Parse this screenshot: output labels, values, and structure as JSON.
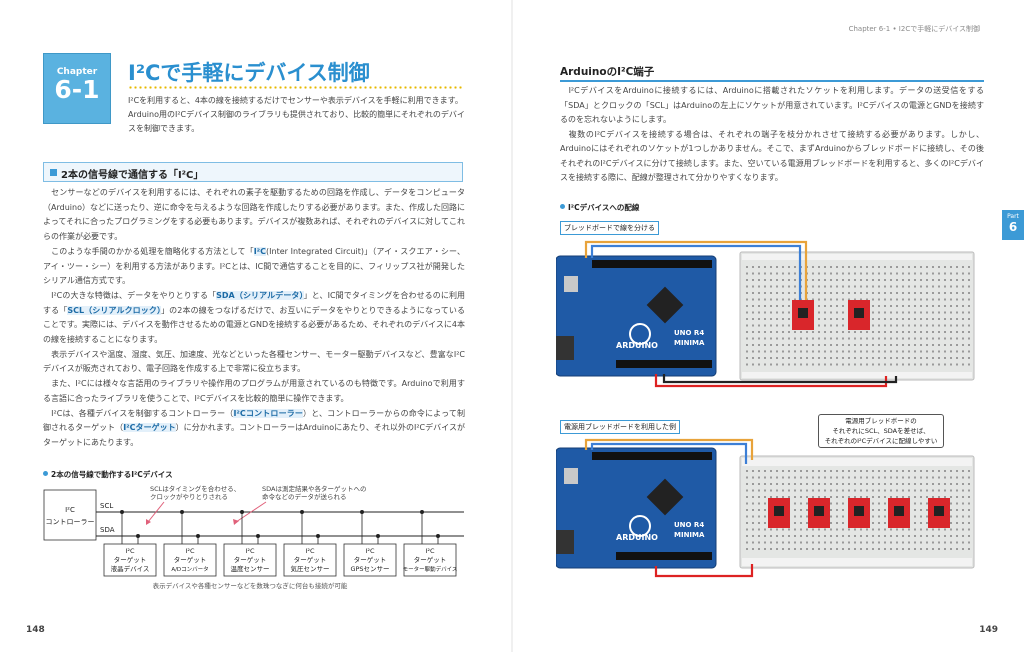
{
  "running_head": "Chapter 6-1 • I2Cで手軽にデバイス制御",
  "page_left_num": "148",
  "page_right_num": "149",
  "chapter": {
    "label": "Chapter",
    "number": "6-1"
  },
  "title": "I²Cで手軽にデバイス制御",
  "intro": "I²Cを利用すると、4本の線を接続するだけでセンサーや表示デバイスを手軽に利用できます。Arduino用のI²Cデバイス制御のライブラリも提供されており、比較的簡単にそれぞれのデバイスを制御できます。",
  "section_heading": "2本の信号線で通信する「I²C」",
  "left_paragraphs": [
    "センサーなどのデバイスを利用するには、それぞれの素子を駆動するための回路を作成し、データをコンピュータ（Arduino）などに送ったり、逆に命令を与えるような回路を作成したりする必要があります。また、作成した回路によってそれに合ったプログラミングをする必要もあります。デバイスが複数あれば、それぞれのデバイスに対してこれらの作業が必要です。",
    "このような手間のかかる処理を簡略化する方法として「",
    "I²Cの大きな特徴は、データをやりとりする「",
    "表示デバイスや温度、湿度、気圧、加速度、光などといった各種センサー、モーター駆動デバイスなど、豊富なI²Cデバイスが販売されており、電子回路を作成する上で非常に役立ちます。",
    "また、I²Cには様々な言語用のライブラリや操作用のプログラムが用意されているのも特徴です。Arduinoで利用する言語に合ったライブラリを使うことで、I²Cデバイスを比較的簡単に操作できます。",
    "I²Cは、各種デバイスを制御するコントローラー（",
    "デバイスがターゲットにあたります。"
  ],
  "p2": {
    "hl": "I²C",
    "rest": "(Inter Integrated Circuit)」（アイ・スクエア・シー、アイ・ツー・シー）を利用する方法があります。I²Cとは、IC間で通信することを目的に、フィリップス社が開発したシリアル通信方式です。"
  },
  "p3": {
    "hl1": "SDA（シリアルデータ）",
    "mid1": "」と、IC間でタイミングを合わせるのに利用する「",
    "hl2": "SCL（シリアルクロック）",
    "rest": "」の2本の線をつなげるだけで、お互いにデータをやりとりできるようになっていることです。実際には、デバイスを動作させるための電源とGNDを接続する必要があるため、それぞれのデバイスに4本の線を接続することになります。"
  },
  "p6": {
    "hl1": "I²Cコントローラー",
    "mid1": "）と、コントローラーからの命令によって制御されるターゲット（",
    "hl2": "I²Cターゲット",
    "rest": "）に分かれます。コントローラーはArduinoにあたり、それ以外のI²C"
  },
  "figure_left": {
    "title": "2本の信号線で動作するI²Cデバイス",
    "controller": [
      "I²C",
      "コントローラー"
    ],
    "scl": "SCL",
    "sda": "SDA",
    "note_scl": [
      "SCLはタイミングを合わせる、",
      "クロックがやりとりされる"
    ],
    "note_sda": [
      "SDAは測定結果や各ターゲットへの",
      "命令などのデータが送られる"
    ],
    "targets": [
      {
        "top": "I²C",
        "mid": "ターゲット",
        "bottom": "液晶デバイス"
      },
      {
        "top": "I²C",
        "mid": "ターゲット",
        "bottom": "A/Dコンバータ"
      },
      {
        "top": "I²C",
        "mid": "ターゲット",
        "bottom": "温度センサー"
      },
      {
        "top": "I²C",
        "mid": "ターゲット",
        "bottom": "気圧センサー"
      },
      {
        "top": "I²C",
        "mid": "ターゲット",
        "bottom": "GPSセンサー"
      },
      {
        "top": "I²C",
        "mid": "ターゲット",
        "bottom": "モーター駆動デバイス"
      }
    ],
    "caption": "表示デバイスや各種センサーなどを数珠つなぎに何台も接続が可能"
  },
  "right": {
    "heading": "ArduinoのI²C端子",
    "paragraphs": [
      "I²CデバイスをArduinoに接続するには、Arduinoに搭載されたソケットを利用します。データの送受信をする「SDA」とクロックの「SCL」はArduinoの左上にソケットが用意されています。I²Cデバイスの電源とGNDを接続するのを忘れないようにします。",
      "複数のI²Cデバイスを接続する場合は、それぞれの端子を枝分かれさせて接続する必要があります。しかし、Arduinoにはそれぞれのソケットが1つしかありません。そこで、まずArduinoからブレッドボードに接続し、その後それぞれのI²Cデバイスに分けて接続します。また、空いている電源用ブレッドボードを利用すると、多くのI²Cデバイスを接続する際に、配線が整理されて分かりやすくなります。"
    ],
    "fig_title": "I²Cデバイスへの配線",
    "sub1": "ブレッドボードで線を分ける",
    "sub2": "電源用ブレッドボードを利用した例",
    "callout": [
      "電源用ブレッドボードの",
      "それぞれにSCL、SDAを差せば、",
      "それぞれのI²Cデバイスに配線しやすい"
    ],
    "board_text": [
      "UNO R4",
      "MINIMA",
      "ARDUINO"
    ]
  },
  "part_tab": {
    "label": "Part",
    "number": "6"
  },
  "colors": {
    "accent": "#3c9ad6",
    "title": "#2a8fcf",
    "board": "#1f5aa6",
    "device": "#d9262b"
  }
}
